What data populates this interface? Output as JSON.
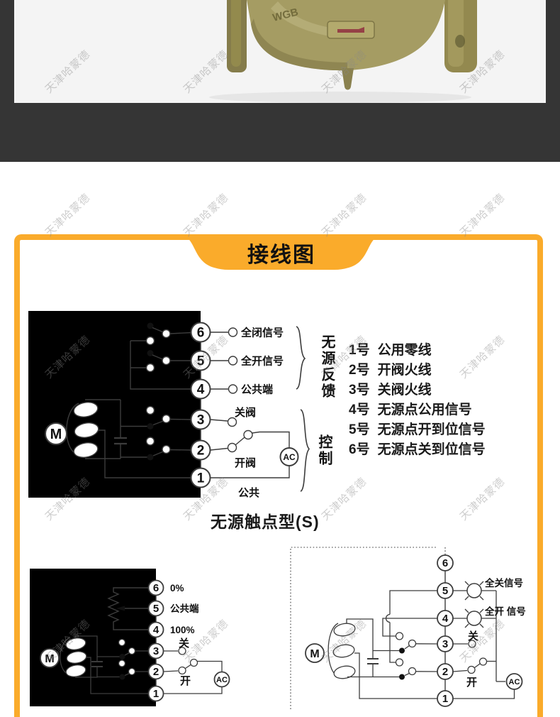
{
  "page": {
    "band_color": "#353535",
    "accent": "#FAAB2B",
    "photo_bg": "#f4f4f4"
  },
  "watermark": {
    "text": "天津哈蒙德"
  },
  "photo": {
    "cast_text": "WGB"
  },
  "banner": {
    "title": "接线图"
  },
  "diagram_main": {
    "terminals": [
      "6",
      "5",
      "4",
      "3",
      "2",
      "1"
    ],
    "labels": {
      "t6": "全闭信号",
      "t5": "全开信号",
      "t4": "公共端",
      "t3": "关阀",
      "t2": "开阀",
      "t1": "公共"
    },
    "motor": "M",
    "power": "AC",
    "group_feedback": "无源反馈",
    "group_control": "控制",
    "caption": "无源触点型(S)"
  },
  "terminal_list": {
    "items": [
      {
        "no": "1号",
        "desc": "公用零线"
      },
      {
        "no": "2号",
        "desc": "开阀火线"
      },
      {
        "no": "3号",
        "desc": "关阀火线"
      },
      {
        "no": "4号",
        "desc": "无源点公用信号"
      },
      {
        "no": "5号",
        "desc": "无源点开到位信号"
      },
      {
        "no": "6号",
        "desc": "无源点关到位信号"
      }
    ]
  },
  "diagram_pot": {
    "terminals": [
      "6",
      "5",
      "4",
      "3",
      "2",
      "1"
    ],
    "labels": {
      "t6": "0%",
      "t5": "公共端",
      "t4": "100%",
      "t3": "关",
      "t2": "开"
    },
    "motor": "M",
    "power": "AC"
  },
  "diagram_lamp": {
    "terminals": [
      "6",
      "5",
      "4",
      "3",
      "2",
      "1"
    ],
    "labels": {
      "t5": "全关信号",
      "t4": "全开 信号",
      "t3": "关",
      "t2": "开"
    },
    "motor": "M",
    "power": "AC"
  }
}
